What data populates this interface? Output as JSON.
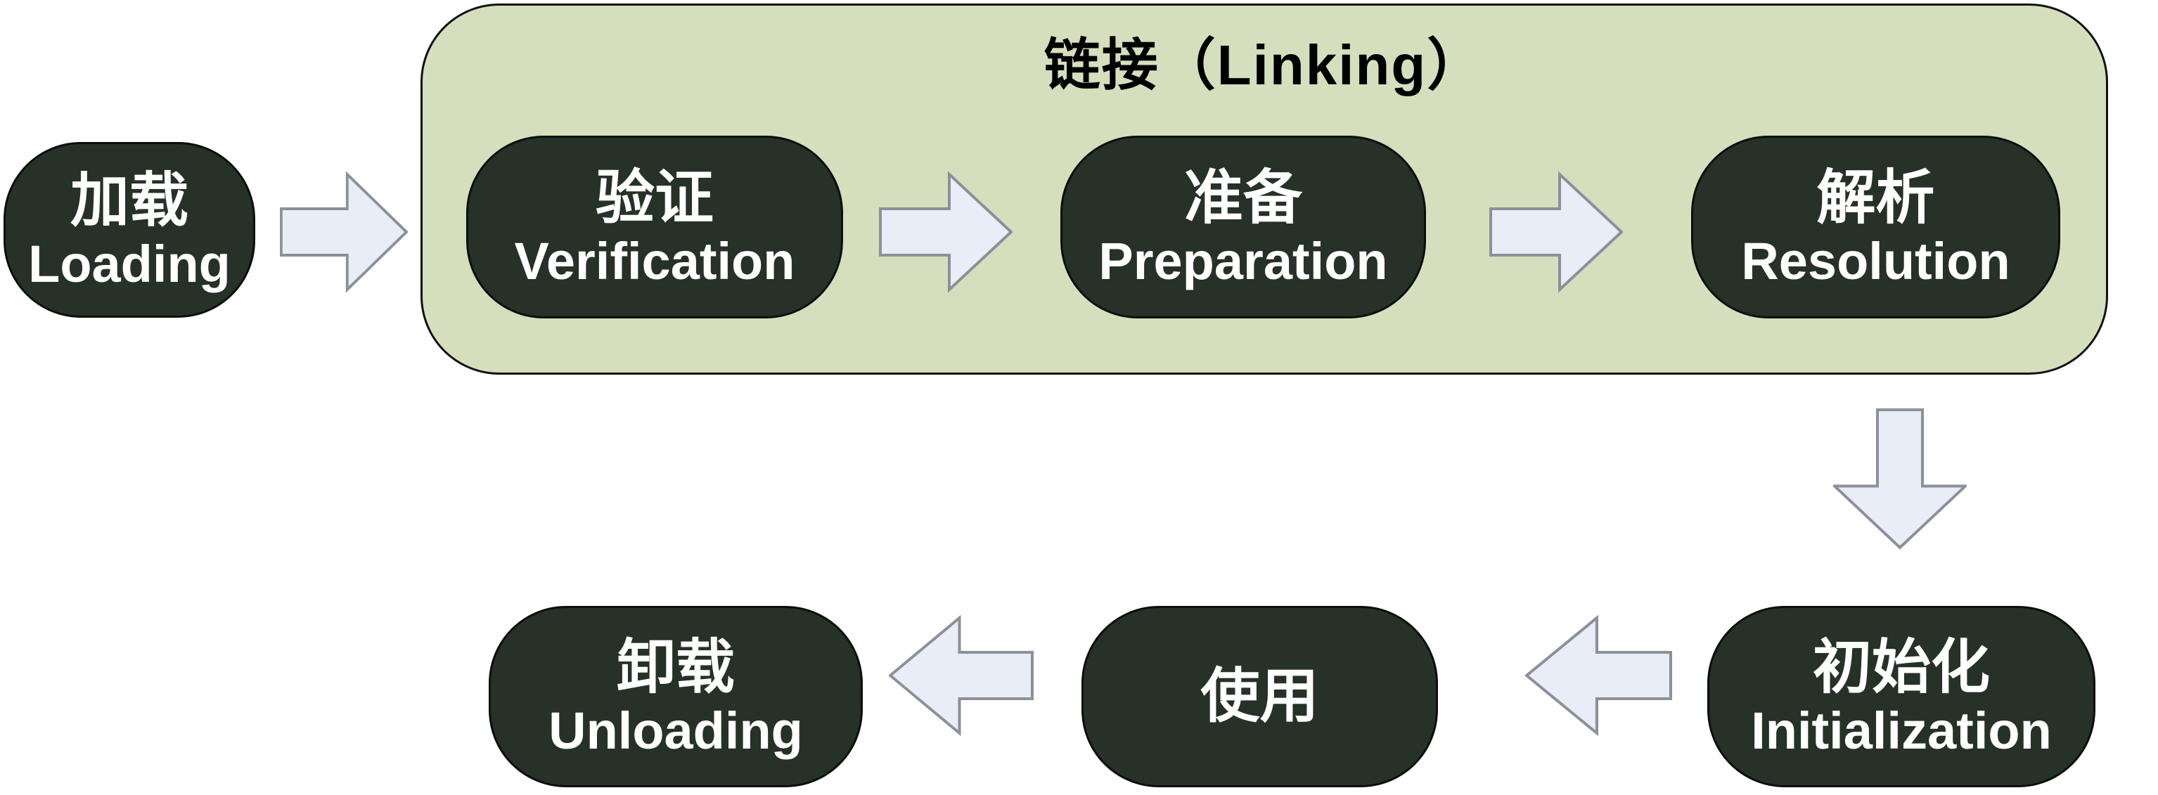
{
  "diagram": {
    "title": "链接（Linking）",
    "nodes": {
      "loading": {
        "zh": "加载",
        "en": "Loading"
      },
      "verification": {
        "zh": "验证",
        "en": "Verification"
      },
      "preparation": {
        "zh": "准备",
        "en": "Preparation"
      },
      "resolution": {
        "zh": "解析",
        "en": "Resolution"
      },
      "initialization": {
        "zh": "初始化",
        "en": "Initialization"
      },
      "using": {
        "zh": "使用",
        "en": ""
      },
      "unloading": {
        "zh": "卸载",
        "en": "Unloading"
      }
    },
    "arrows": [
      {
        "from": "loading",
        "to": "verification",
        "direction": "right"
      },
      {
        "from": "verification",
        "to": "preparation",
        "direction": "right"
      },
      {
        "from": "preparation",
        "to": "resolution",
        "direction": "right"
      },
      {
        "from": "resolution",
        "to": "initialization",
        "direction": "down"
      },
      {
        "from": "initialization",
        "to": "using",
        "direction": "left"
      },
      {
        "from": "using",
        "to": "unloading",
        "direction": "left"
      }
    ],
    "colors": {
      "node_fill": "#263127",
      "node_border": "#0b0f0b",
      "node_text": "#ffffff",
      "container_fill": "#d6dfbd",
      "container_border": "#111111",
      "title_text": "#000000",
      "arrow_fill": "#e8edf8",
      "arrow_stroke": "#8c9098",
      "background": "#ffffff"
    }
  }
}
